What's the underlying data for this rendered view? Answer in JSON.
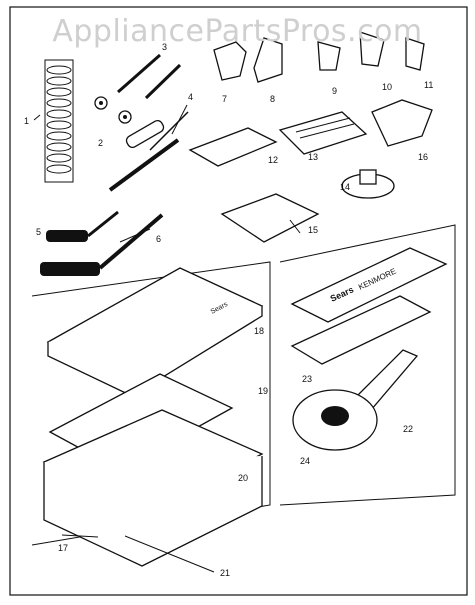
{
  "watermark": "AppliancePartsPros.com",
  "box_lid_text": "Sears",
  "attachment_case_text": [
    "Sears",
    "KENMORE"
  ],
  "part_numbers": [
    "1",
    "2",
    "3",
    "4",
    "5",
    "6",
    "7",
    "8",
    "9",
    "10",
    "11",
    "12",
    "13",
    "14",
    "15",
    "16",
    "17",
    "18",
    "19",
    "20",
    "21",
    "22",
    "23",
    "24"
  ]
}
